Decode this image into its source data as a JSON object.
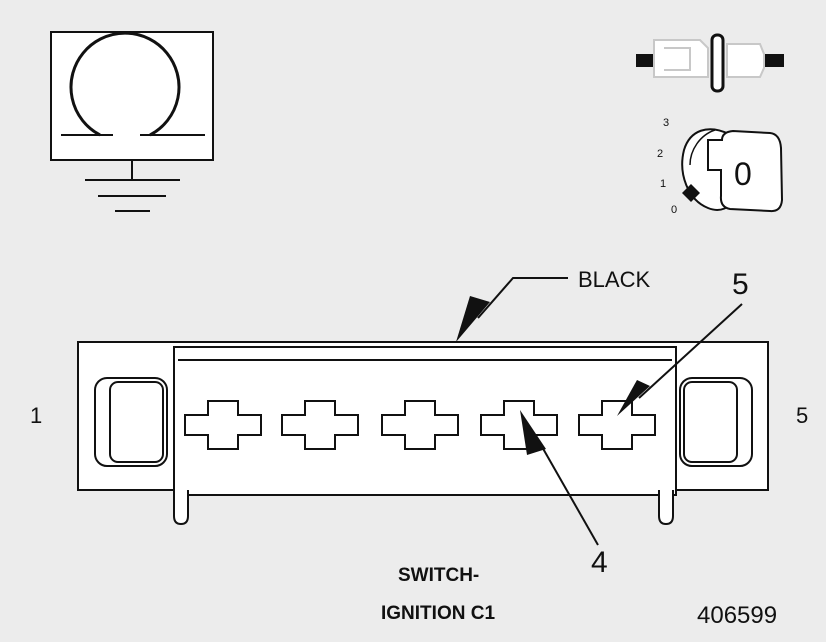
{
  "labels": {
    "connector_color": "BLACK",
    "pin_left": "1",
    "pin_right": "5",
    "callout_top": "5",
    "callout_bottom": "4",
    "component_line1": "SWITCH-",
    "component_line2": "IGNITION C1",
    "figure_number": "406599"
  },
  "key_switch": {
    "positions": [
      "3",
      "2",
      "1",
      "0"
    ],
    "key_face": "0"
  },
  "icons": {
    "component_symbol": "ground-monitor-icon",
    "connector_symbol": "inline-connector-icon",
    "switch_symbol": "ignition-key-icon"
  },
  "colors": {
    "background": "#ececec",
    "line": "#111111",
    "fill": "#ffffff"
  }
}
